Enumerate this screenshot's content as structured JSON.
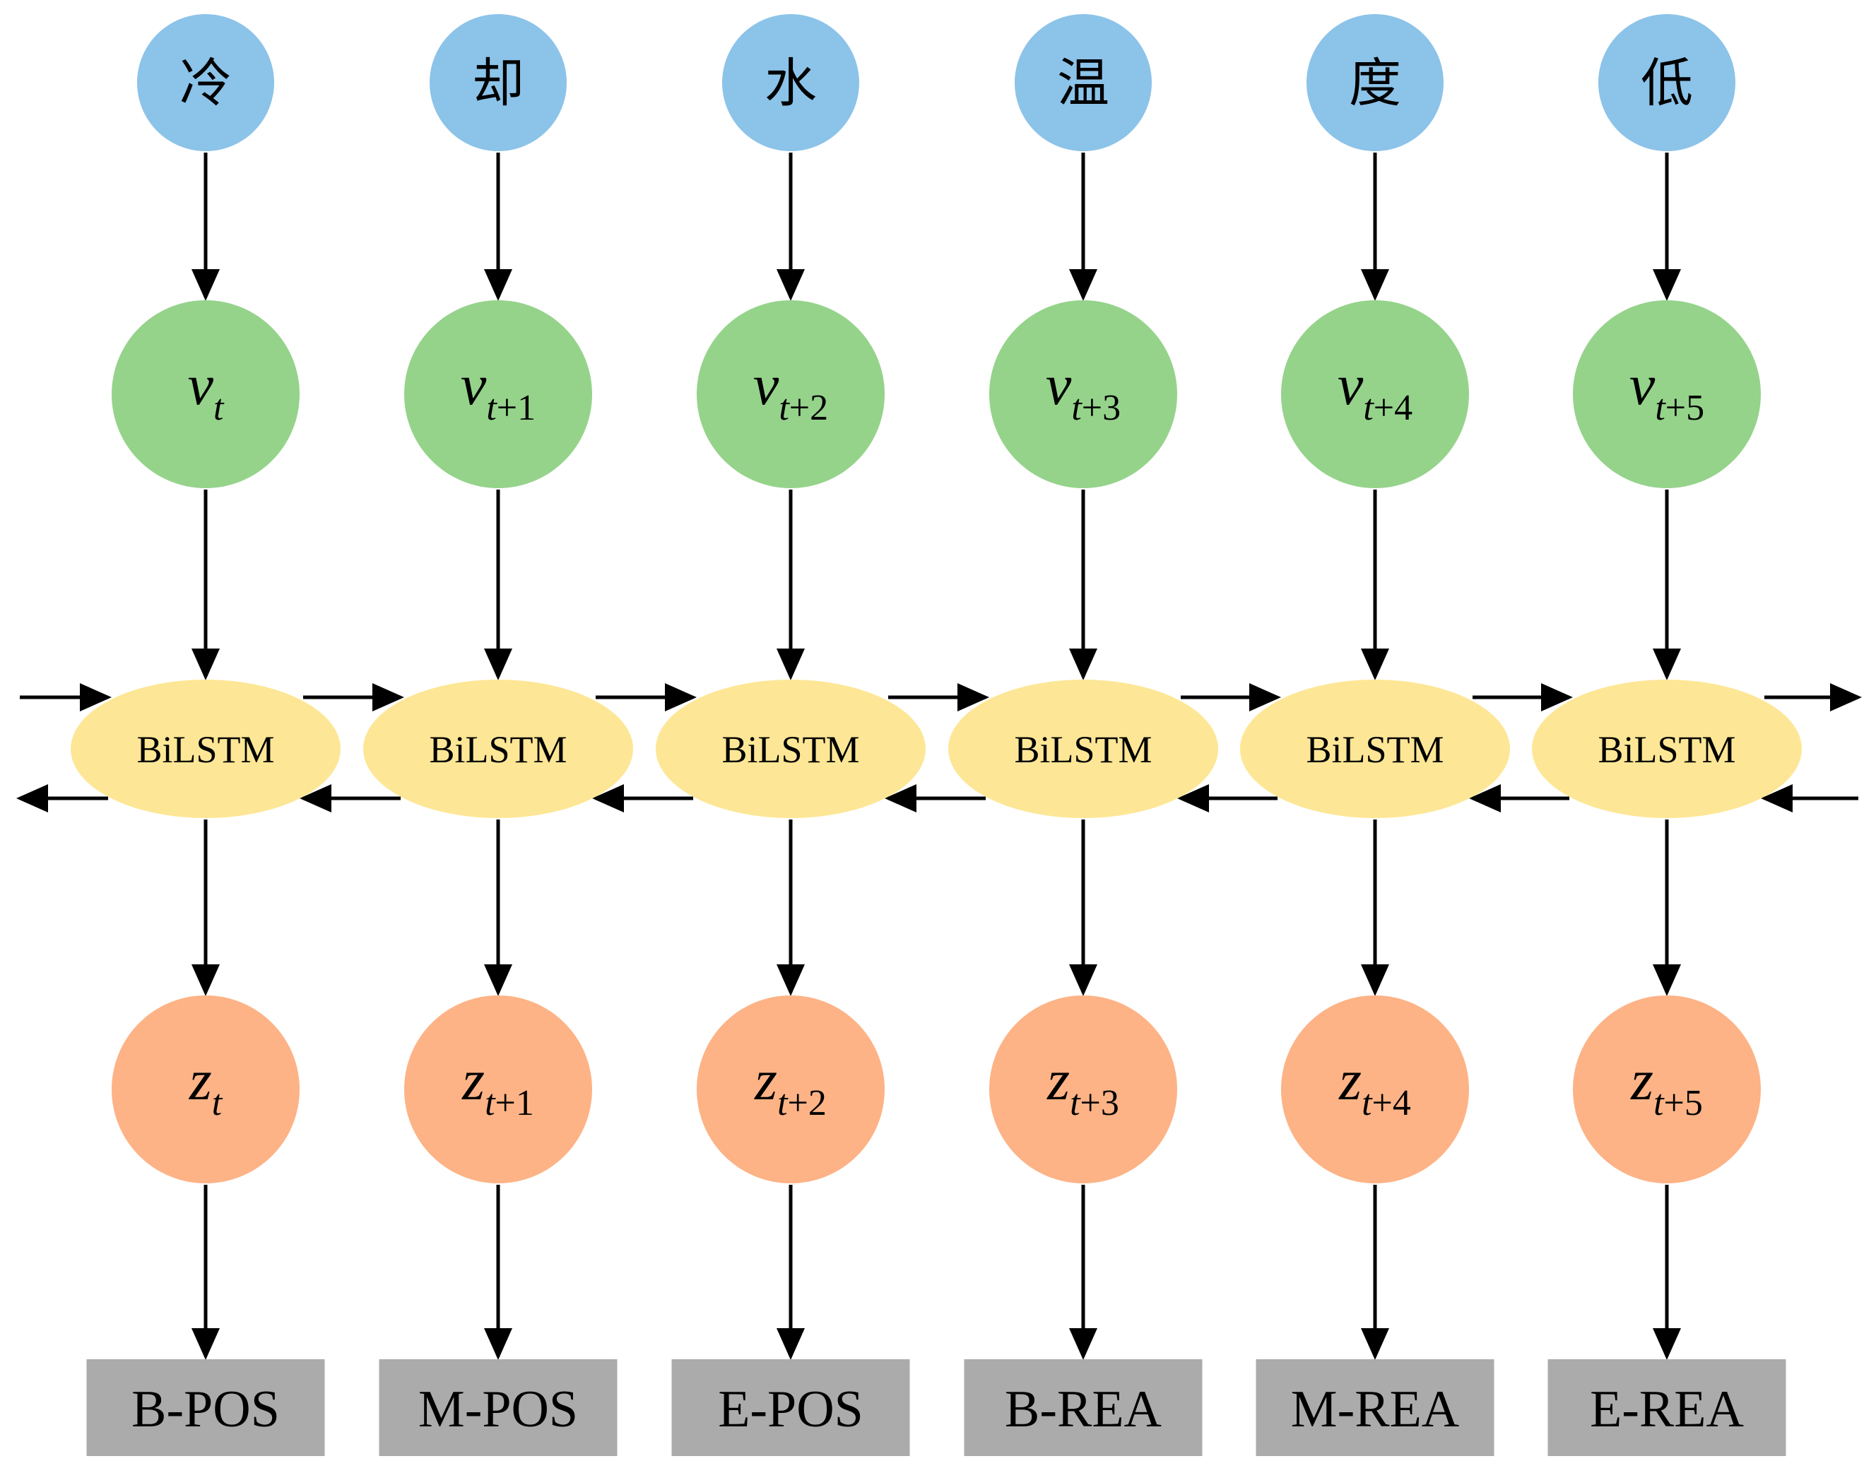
{
  "colors": {
    "input_node": "#8CC3E9",
    "embedding_node": "#95D38B",
    "bilstm_node": "#FDE796",
    "output_node": "#FDB386",
    "tag_box": "#ABABAB",
    "arrow": "#000000"
  },
  "columns": [
    {
      "char": "冷",
      "v_main": "v",
      "v_sub": "t",
      "v_sub_num": "",
      "z_main": "z",
      "z_sub": "t",
      "z_sub_num": "",
      "bilstm": "BiLSTM",
      "tag": "B-POS"
    },
    {
      "char": "却",
      "v_main": "v",
      "v_sub": "t",
      "v_sub_num": "+1",
      "z_main": "z",
      "z_sub": "t",
      "z_sub_num": "+1",
      "bilstm": "BiLSTM",
      "tag": "M-POS"
    },
    {
      "char": "水",
      "v_main": "v",
      "v_sub": "t",
      "v_sub_num": "+2",
      "z_main": "z",
      "z_sub": "t",
      "z_sub_num": "+2",
      "bilstm": "BiLSTM",
      "tag": "E-POS"
    },
    {
      "char": "温",
      "v_main": "v",
      "v_sub": "t",
      "v_sub_num": "+3",
      "z_main": "z",
      "z_sub": "t",
      "z_sub_num": "+3",
      "bilstm": "BiLSTM",
      "tag": "B-REA"
    },
    {
      "char": "度",
      "v_main": "v",
      "v_sub": "t",
      "v_sub_num": "+4",
      "z_main": "z",
      "z_sub": "t",
      "z_sub_num": "+4",
      "bilstm": "BiLSTM",
      "tag": "M-REA"
    },
    {
      "char": "低",
      "v_main": "v",
      "v_sub": "t",
      "v_sub_num": "+5",
      "z_main": "z",
      "z_sub": "t",
      "z_sub_num": "+5",
      "bilstm": "BiLSTM",
      "tag": "E-REA"
    }
  ]
}
